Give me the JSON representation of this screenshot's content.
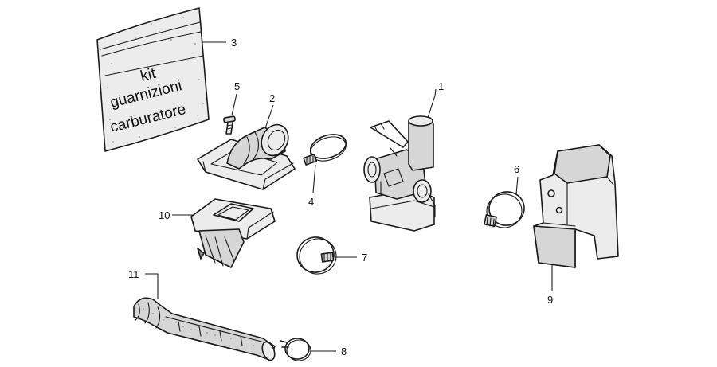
{
  "kit_label": {
    "line1": "kit",
    "line2": "guarnizioni",
    "line3": "carburatore"
  },
  "callouts": {
    "c1": "1",
    "c2": "2",
    "c3": "3",
    "c4": "4",
    "c5": "5",
    "c6": "6",
    "c7": "7",
    "c8": "8",
    "c9": "9",
    "c10": "10",
    "c11": "11"
  }
}
